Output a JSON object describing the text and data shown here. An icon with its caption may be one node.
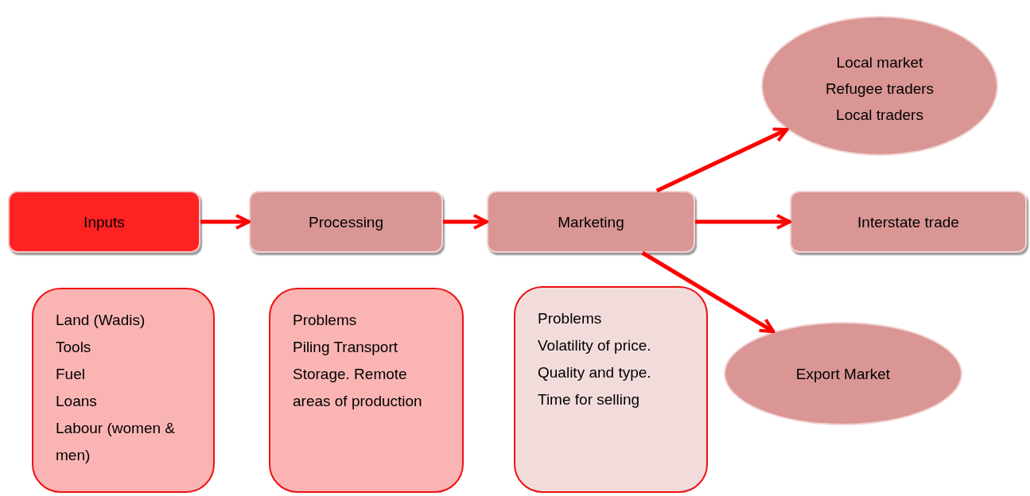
{
  "diagram": {
    "nodes": [
      {
        "text": [
          "Inputs"
        ]
      },
      {
        "text": [
          "Processing"
        ]
      },
      {
        "text": [
          "Marketing"
        ]
      },
      {
        "text": [
          "Local market",
          "Refugee traders",
          "Local traders"
        ]
      },
      {
        "text": [
          "Interstate trade"
        ]
      },
      {
        "text": [
          "Export Market"
        ]
      },
      {
        "text": [
          "Land (Wadis)",
          "Tools",
          "Fuel",
          "Loans",
          "Labour (women & men)"
        ]
      },
      {
        "text": [
          "Problems",
          "Piling Transport Storage. Remote areas of production"
        ]
      },
      {
        "text": [
          "Problems",
          "Volatility of price.",
          "Quality and type.",
          "Time for selling"
        ]
      }
    ],
    "edges": [
      {
        "from": 0,
        "to": 1,
        "arrow": "to"
      },
      {
        "from": 1,
        "to": 2,
        "arrow": "to"
      },
      {
        "from": 2,
        "to": 3,
        "arrow": "to"
      },
      {
        "from": 2,
        "to": 4,
        "arrow": "to"
      },
      {
        "from": 2,
        "to": 5,
        "arrow": "to"
      }
    ]
  }
}
